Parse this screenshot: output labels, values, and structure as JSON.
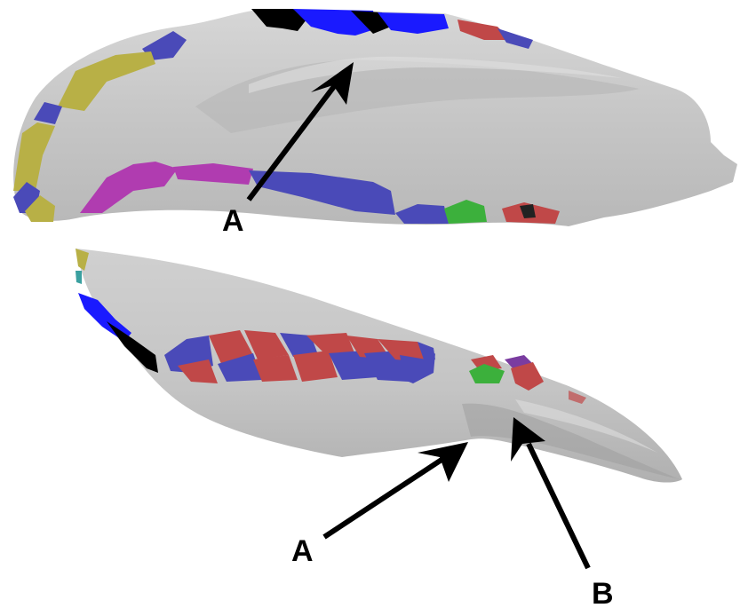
{
  "figure": {
    "labels": {
      "top_a": "A",
      "bottom_a": "A",
      "bottom_b": "B"
    },
    "colors": {
      "background": "#ffffff",
      "surface": "#c9c9c9",
      "surface_shadow": "#a9a9a9",
      "surface_highlight": "#dcdcdc",
      "yellow": "#b8b046",
      "blue": "#4a4ab8",
      "bright_blue": "#1a1aff",
      "black": "#000000",
      "magenta": "#b03cb0",
      "red": "#c04848",
      "green": "#3cb03c",
      "purple": "#7a3ca0",
      "arrow": "#000000"
    }
  }
}
